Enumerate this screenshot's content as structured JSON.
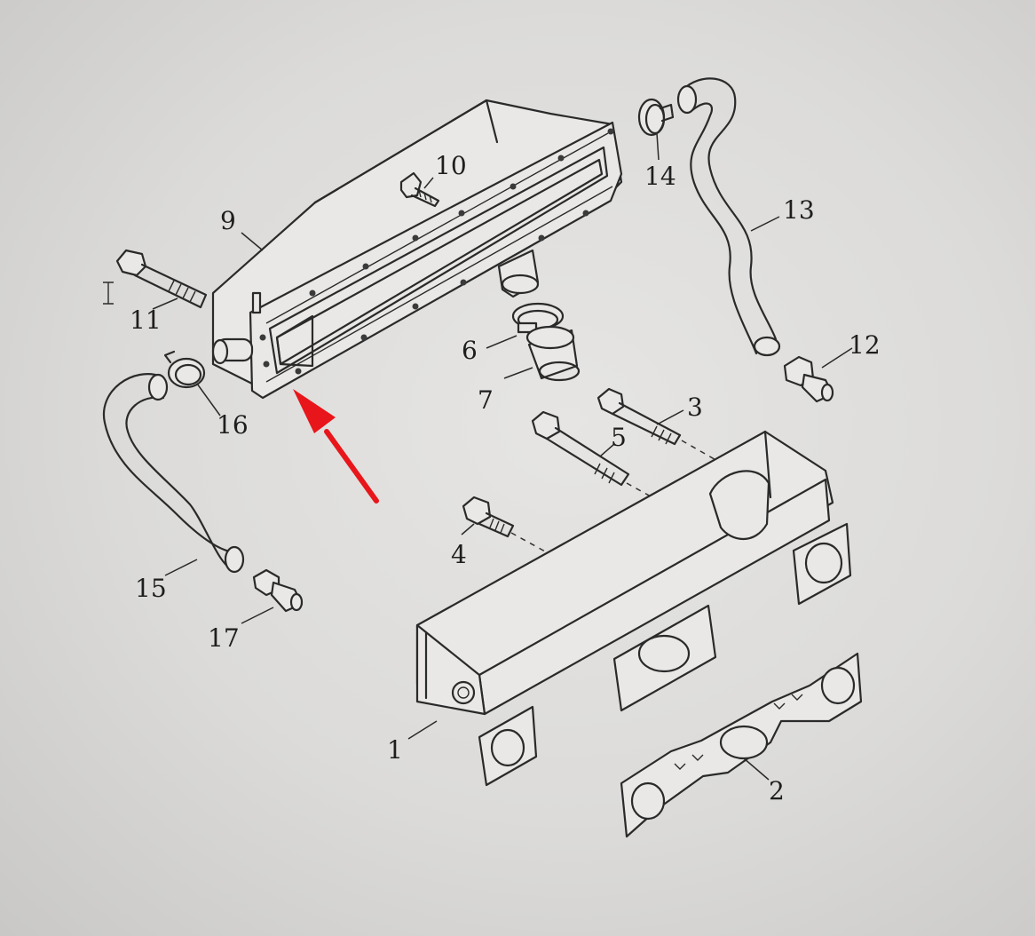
{
  "callouts": {
    "c1": "1",
    "c2": "2",
    "c3": "3",
    "c4": "4",
    "c5": "5",
    "c6": "6",
    "c7": "7",
    "c9": "9",
    "c10": "10",
    "c11": "11",
    "c12": "12",
    "c13": "13",
    "c14": "14",
    "c15": "15",
    "c16": "16",
    "c17": "17"
  },
  "colors": {
    "line_art": "#2a2a2a",
    "arrow": "#e8161b",
    "paper": "#e6e5e3"
  },
  "icons": {
    "arrow": "red-pointer-arrow",
    "cursor": "text-cursor-icon"
  }
}
